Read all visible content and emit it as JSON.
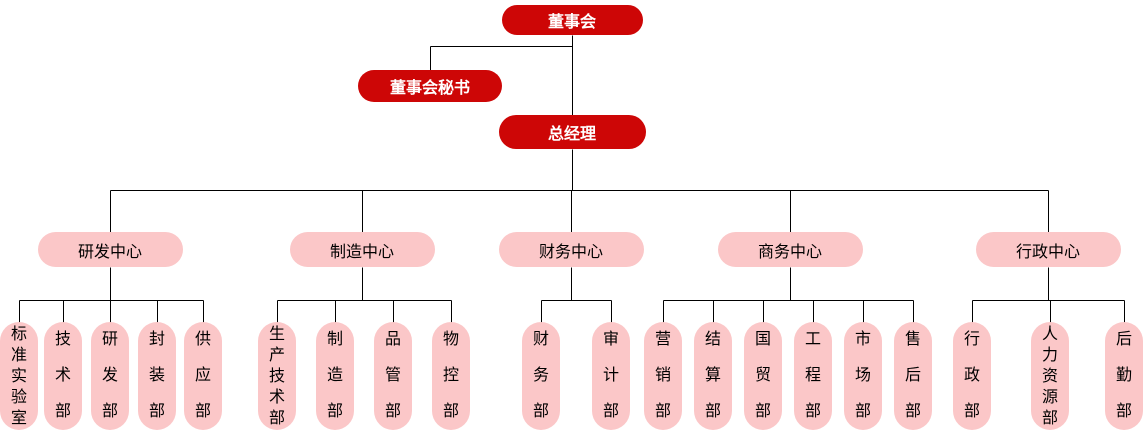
{
  "org_chart": {
    "root": {
      "id": "board-of-directors",
      "label": "董事会"
    },
    "staff": {
      "id": "board-secretary",
      "label": "董事会秘书"
    },
    "executive": {
      "id": "general-manager",
      "label": "总经理"
    },
    "centers": [
      {
        "id": "rd-center",
        "label": "研发中心",
        "departments": [
          "标准实验室",
          "技术部",
          "研发部",
          "封装部",
          "供应部"
        ]
      },
      {
        "id": "manufacturing-center",
        "label": "制造中心",
        "departments": [
          "生产技术部",
          "制造部",
          "品管部",
          "物控部"
        ]
      },
      {
        "id": "finance-center",
        "label": "财务中心",
        "departments": [
          "财务部",
          "审计部"
        ]
      },
      {
        "id": "business-center",
        "label": "商务中心",
        "departments": [
          "营销部",
          "结算部",
          "国贸部",
          "工程部",
          "市场部",
          "售后部"
        ]
      },
      {
        "id": "administration-center",
        "label": "行政中心",
        "departments": [
          "行政部",
          "人力资源部",
          "后勤部"
        ]
      }
    ],
    "colors": {
      "executive_fill": "#cd0606",
      "executive_text": "#ffffff",
      "department_fill": "#fbc7c8",
      "department_text": "#000000",
      "connector": "#000000",
      "background": "#ffffff"
    }
  }
}
